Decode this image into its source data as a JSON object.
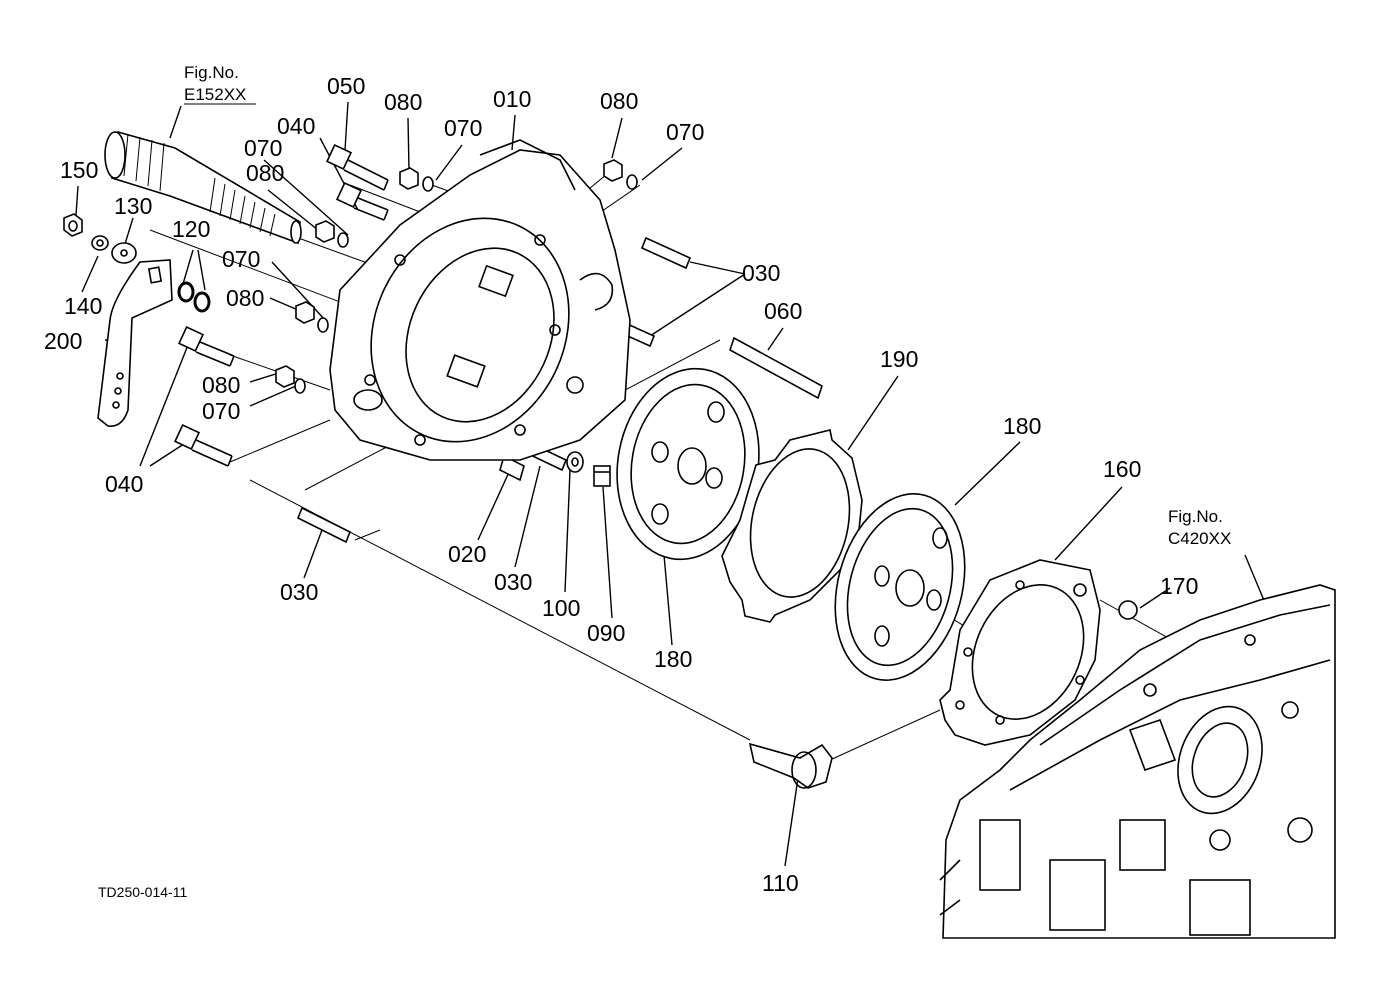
{
  "drawing_code": "TD250-014-11",
  "fig_refs": [
    {
      "line1": "Fig.No.",
      "line2": "E152XX"
    },
    {
      "line1": "Fig.No.",
      "line2": "C420XX"
    }
  ],
  "callouts": {
    "p150": "150",
    "p130": "130",
    "p120": "120",
    "p140": "140",
    "p200": "200",
    "p040_a": "040",
    "p070_a": "070",
    "p080_a": "080",
    "p050": "050",
    "p080_b": "080",
    "p070_b": "070",
    "p010": "010",
    "p080_c": "080",
    "p070_c": "070",
    "p030_a": "030",
    "p070_d": "070",
    "p080_d": "080",
    "p060": "060",
    "p190": "190",
    "p180_a": "180",
    "p160": "160",
    "p170": "170",
    "p080_e": "080",
    "p070_e": "070",
    "p040_b": "040",
    "p030_b": "030",
    "p020": "020",
    "p030_c": "030",
    "p100": "100",
    "p090": "090",
    "p180_b": "180",
    "p110": "110"
  }
}
